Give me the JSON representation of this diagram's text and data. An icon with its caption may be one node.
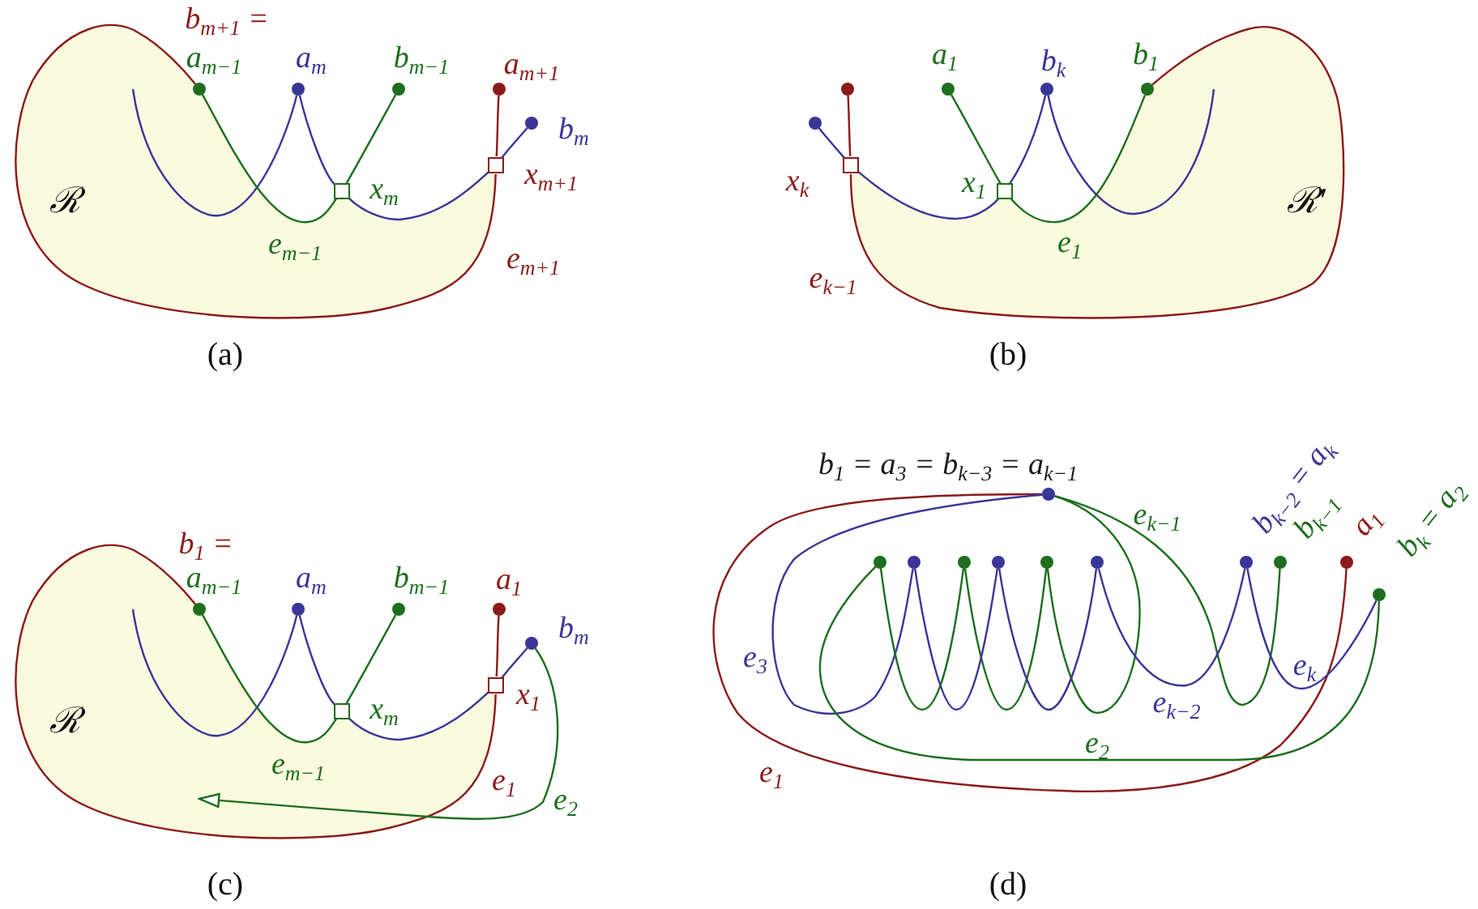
{
  "diagram": {
    "nodes": [
      {
        "text": [],
        "shape": "circle",
        "beside": [
          "b$_{m+1}$ =",
          "a$_{m−1}$"
        ]
      },
      {
        "text": [],
        "shape": "circle",
        "beside": [
          "a$_{m}$"
        ]
      },
      {
        "text": [],
        "shape": "circle",
        "beside": [
          "b$_{m−1}$"
        ]
      },
      {
        "text": [],
        "shape": "circle",
        "beside": [
          "a$_{m+1}$"
        ]
      },
      {
        "text": [],
        "shape": "circle",
        "beside": [
          "b$_{m}$"
        ]
      },
      {
        "text": [],
        "shape": "box",
        "beside": [
          "x$_{m}$"
        ]
      },
      {
        "text": [],
        "shape": "box",
        "beside": [
          "x$_{m+1}$"
        ]
      },
      {
        "text": [],
        "shape": "circle"
      },
      {
        "text": [],
        "shape": "circle"
      },
      {
        "text": [],
        "shape": "circle",
        "beside": [
          "a$_{1}$"
        ]
      },
      {
        "text": [],
        "shape": "circle",
        "beside": [
          "b$_{k}$"
        ]
      },
      {
        "text": [],
        "shape": "circle",
        "beside": [
          "b$_{1}$"
        ]
      },
      {
        "text": [],
        "shape": "box",
        "beside": [
          "x$_{k}$"
        ]
      },
      {
        "text": [],
        "shape": "box",
        "beside": [
          "x$_{1}$"
        ]
      },
      {
        "text": [],
        "shape": "circle",
        "beside": [
          "b$_{1}$ =",
          "a$_{m−1}$"
        ]
      },
      {
        "text": [],
        "shape": "circle",
        "beside": [
          "a$_{m}$"
        ]
      },
      {
        "text": [],
        "shape": "circle",
        "beside": [
          "b$_{m−1}$"
        ]
      },
      {
        "text": [],
        "shape": "circle",
        "beside": [
          "a$_{1}$"
        ]
      },
      {
        "text": [],
        "shape": "circle",
        "beside": [
          "b$_{m}$"
        ]
      },
      {
        "text": [],
        "shape": "box",
        "beside": [
          "x$_{m}$"
        ]
      },
      {
        "text": [],
        "shape": "box",
        "beside": [
          "x$_{1}$"
        ]
      },
      {
        "text": [],
        "shape": "circle",
        "beside": [
          "b$_{1}$ = a$_{3}$ = b$_{k−3}$ = a$_{k−1}$"
        ]
      },
      {
        "text": [],
        "shape": "circle"
      },
      {
        "text": [],
        "shape": "circle"
      },
      {
        "text": [],
        "shape": "circle"
      },
      {
        "text": [],
        "shape": "circle"
      },
      {
        "text": [],
        "shape": "circle"
      },
      {
        "text": [],
        "shape": "circle"
      },
      {
        "text": [],
        "shape": "circle",
        "beside": [
          "b$_{k−2}$ = a$_{k}$"
        ]
      },
      {
        "text": [],
        "shape": "circle",
        "beside": [
          "b$_{k−1}$"
        ]
      },
      {
        "text": [],
        "shape": "circle",
        "beside": [
          "a$_{1}$"
        ]
      },
      {
        "text": [],
        "shape": "circle",
        "beside": [
          "b$_{k}$ = a$_{2}$"
        ]
      }
    ],
    "edges": [
      {
        "from": null,
        "to": 1,
        "arrow": "none",
        "color": "#3a3598"
      },
      {
        "from": 1,
        "to": 5,
        "arrow": "none",
        "color": "#3a3598"
      },
      {
        "from": 5,
        "to": 6,
        "arrow": "none",
        "color": "#3a3598"
      },
      {
        "from": 6,
        "to": 4,
        "arrow": "none",
        "color": "#3a3598"
      },
      {
        "from": 0,
        "to": 5,
        "arrow": "none",
        "color": "#1e6e1e",
        "label": "e$_{m−1}$"
      },
      {
        "from": 5,
        "to": 2,
        "arrow": "none",
        "color": "#1e6e1e"
      },
      {
        "from": 3,
        "to": 6,
        "arrow": "none",
        "color": "#8b1a1a"
      },
      {
        "from": 6,
        "to": 0,
        "arrow": "none",
        "color": "#8b1a1a",
        "label": "e$_{m+1}$"
      },
      {
        "from": 8,
        "to": 12,
        "arrow": "none",
        "color": "#3a3598"
      },
      {
        "from": 12,
        "to": 13,
        "arrow": "none",
        "color": "#3a3598"
      },
      {
        "from": 13,
        "to": 10,
        "arrow": "none",
        "color": "#3a3598"
      },
      {
        "from": 10,
        "to": null,
        "arrow": "none",
        "color": "#3a3598"
      },
      {
        "from": 9,
        "to": 13,
        "arrow": "none",
        "color": "#1e6e1e"
      },
      {
        "from": 13,
        "to": 11,
        "arrow": "none",
        "color": "#1e6e1e",
        "label": "e$_{1}$"
      },
      {
        "from": 7,
        "to": 12,
        "arrow": "none",
        "color": "#8b1a1a"
      },
      {
        "from": 12,
        "to": 11,
        "arrow": "none",
        "color": "#8b1a1a",
        "label": "e$_{k−1}$"
      },
      {
        "from": null,
        "to": 15,
        "arrow": "none",
        "color": "#3a3598"
      },
      {
        "from": 15,
        "to": 19,
        "arrow": "none",
        "color": "#3a3598"
      },
      {
        "from": 19,
        "to": 20,
        "arrow": "none",
        "color": "#3a3598"
      },
      {
        "from": 20,
        "to": 18,
        "arrow": "none",
        "color": "#3a3598"
      },
      {
        "from": 14,
        "to": 19,
        "arrow": "none",
        "color": "#1e6e1e",
        "label": "e$_{m−1}$"
      },
      {
        "from": 19,
        "to": 16,
        "arrow": "none",
        "color": "#1e6e1e"
      },
      {
        "from": 17,
        "to": 20,
        "arrow": "none",
        "color": "#8b1a1a"
      },
      {
        "from": 20,
        "to": 14,
        "arrow": "none",
        "color": "#8b1a1a",
        "label": "e$_{1}$"
      },
      {
        "from": 18,
        "to": null,
        "arrow": "to",
        "color": "#1e6e1e",
        "label": "e$_{2}$"
      },
      {
        "from": 30,
        "to": 21,
        "arrow": "none",
        "color": "#8b1a1a",
        "label": "e$_{1}$"
      },
      {
        "from": 21,
        "to": 23,
        "arrow": "none",
        "color": "#3a3598",
        "label": "e$_{3}$"
      },
      {
        "from": 21,
        "to": 29,
        "arrow": "none",
        "color": "#1e6e1e",
        "label": "e$_{k−1}$"
      },
      {
        "from": 31,
        "to": 22,
        "arrow": "none",
        "color": "#1e6e1e",
        "label": "e$_{2}$"
      },
      {
        "from": 22,
        "to": 24,
        "arrow": "none",
        "color": "#1e6e1e"
      },
      {
        "from": 24,
        "to": 26,
        "arrow": "none",
        "color": "#1e6e1e"
      },
      {
        "from": 26,
        "to": 21,
        "arrow": "none",
        "color": "#1e6e1e"
      },
      {
        "from": 23,
        "to": 25,
        "arrow": "none",
        "color": "#3a3598"
      },
      {
        "from": 25,
        "to": 27,
        "arrow": "none",
        "color": "#3a3598"
      },
      {
        "from": 27,
        "to": 28,
        "arrow": "none",
        "color": "#3a3598",
        "label": "e$_{k−2}$"
      },
      {
        "from": 28,
        "to": 31,
        "arrow": "none",
        "color": "#3a3598",
        "label": "e$_{k}$"
      }
    ],
    "labels": [
      "ℛ",
      "(a)",
      "ℛ′",
      "(b)",
      "ℛ",
      "(c)",
      "(d)"
    ]
  }
}
